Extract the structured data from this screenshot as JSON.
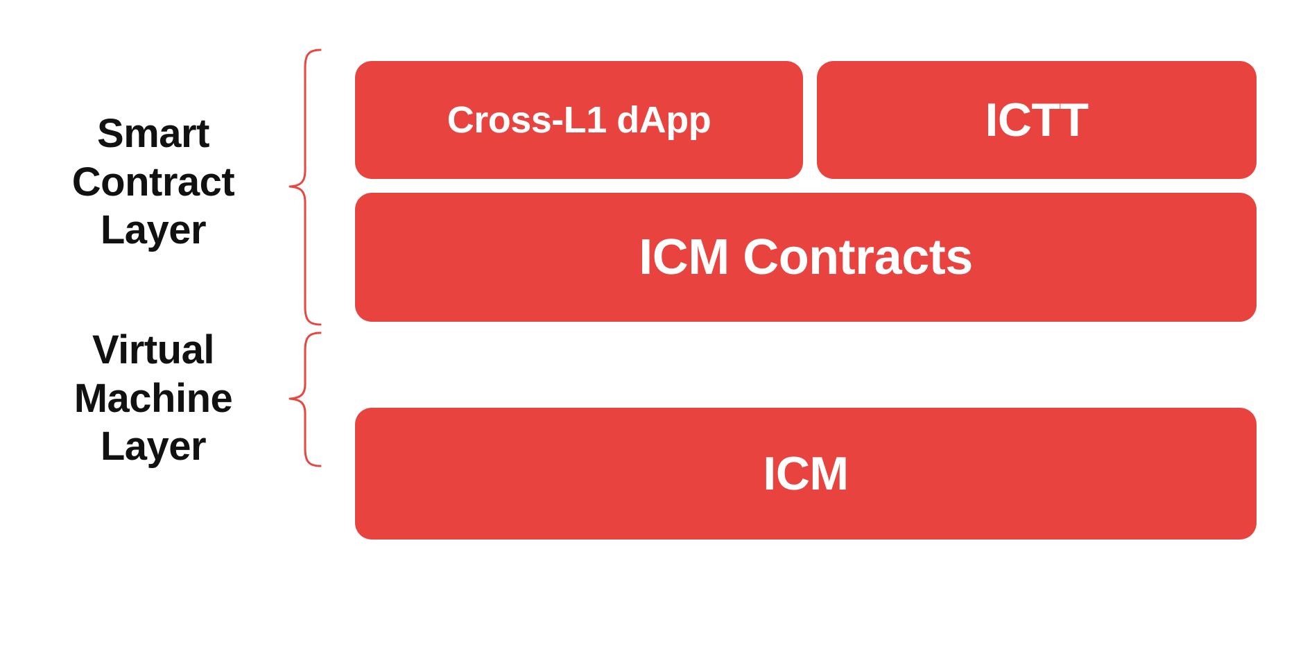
{
  "diagram": {
    "title": "Smart Contract and Virtual Machine Layer Stack",
    "background_color": "#ffffff",
    "accent_color": "#E8433F",
    "brace_color": "#E8473F",
    "label_color": "#111111",
    "block_text_color": "#ffffff"
  },
  "layers": [
    {
      "id": "smart-contract-layer",
      "label": "Smart\nContract\nLayer",
      "brace": "curly-brace-right-pointing",
      "blocks": [
        {
          "id": "cross-l1-dapp",
          "label": "Cross-L1 dApp",
          "row": 1,
          "column": 1
        },
        {
          "id": "ictt",
          "label": "ICTT",
          "row": 1,
          "column": 2
        },
        {
          "id": "icm-contracts",
          "label": "ICM Contracts",
          "row": 2,
          "column": 1
        }
      ]
    },
    {
      "id": "virtual-machine-layer",
      "label": "Virtual\nMachine\nLayer",
      "brace": "curly-brace-right-pointing",
      "blocks": [
        {
          "id": "icm",
          "label": "ICM",
          "row": 1,
          "column": 1
        }
      ]
    }
  ]
}
